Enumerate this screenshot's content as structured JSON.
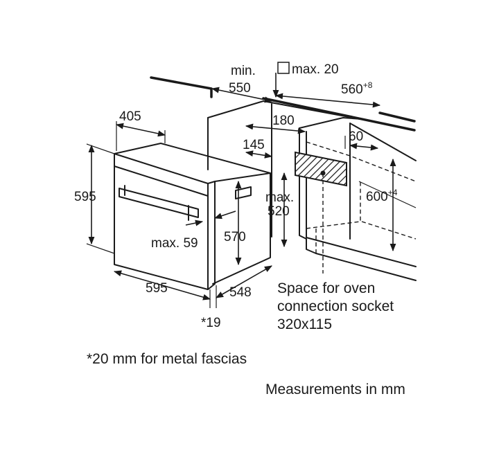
{
  "labels": {
    "min": "min.",
    "d550": "550",
    "max20": "max. 20",
    "d560": "560",
    "d560_sup": "+8",
    "d405": "405",
    "d180": "180",
    "d60": "60",
    "d145": "145",
    "d595_height": "595",
    "max_520_a": "max.",
    "max_520_b": "520",
    "d600": "600",
    "d600_sup": "+4",
    "max59": "max. 59",
    "d570": "570",
    "d595_width": "595",
    "d548": "548",
    "star19": "*19"
  },
  "socket_note": [
    "Space for oven",
    "connection socket",
    "320x115"
  ],
  "footnote": "*20 mm for metal fascias",
  "units_note": "Measurements in mm"
}
